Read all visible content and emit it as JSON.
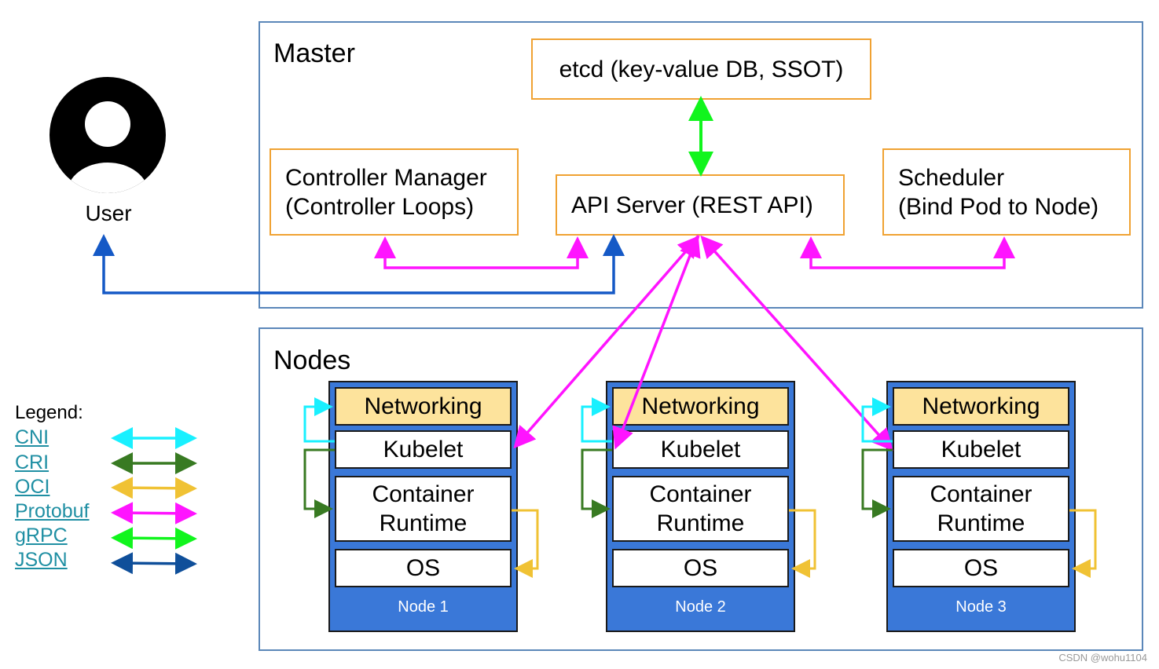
{
  "user": {
    "label": "User",
    "icon": "user-avatar-icon"
  },
  "master": {
    "title": "Master",
    "etcd": "etcd (key-value DB, SSOT)",
    "controller_manager": {
      "line1": "Controller Manager",
      "line2": "(Controller Loops)"
    },
    "api_server": "API Server (REST API)",
    "scheduler": {
      "line1": "Scheduler",
      "line2": "(Bind Pod to Node)"
    }
  },
  "nodes": {
    "title": "Nodes",
    "items": [
      {
        "networking": "Networking",
        "kubelet": "Kubelet",
        "runtime_line1": "Container",
        "runtime_line2": "Runtime",
        "os": "OS",
        "label": "Node 1"
      },
      {
        "networking": "Networking",
        "kubelet": "Kubelet",
        "runtime_line1": "Container",
        "runtime_line2": "Runtime",
        "os": "OS",
        "label": "Node 2"
      },
      {
        "networking": "Networking",
        "kubelet": "Kubelet",
        "runtime_line1": "Container",
        "runtime_line2": "Runtime",
        "os": "OS",
        "label": "Node 3"
      }
    ]
  },
  "legend": {
    "title": "Legend:",
    "items": [
      {
        "label": "CNI",
        "color": "#19f0ff"
      },
      {
        "label": "CRI",
        "color": "#387a22"
      },
      {
        "label": "OCI",
        "color": "#f0c234"
      },
      {
        "label": "Protobuf",
        "color": "#ff14ff"
      },
      {
        "label": "gRPC",
        "color": "#11f51d"
      },
      {
        "label": "JSON",
        "color": "#0f4f9a"
      }
    ]
  },
  "colors": {
    "region_border": "#5b87b9",
    "box_border": "#f0a232",
    "node_fill": "#3a78d8",
    "networking_fill": "#fde39c",
    "link_color": "#1f8fa3",
    "user_arrow": "#1559c6"
  },
  "watermark": "CSDN @wohu1104"
}
